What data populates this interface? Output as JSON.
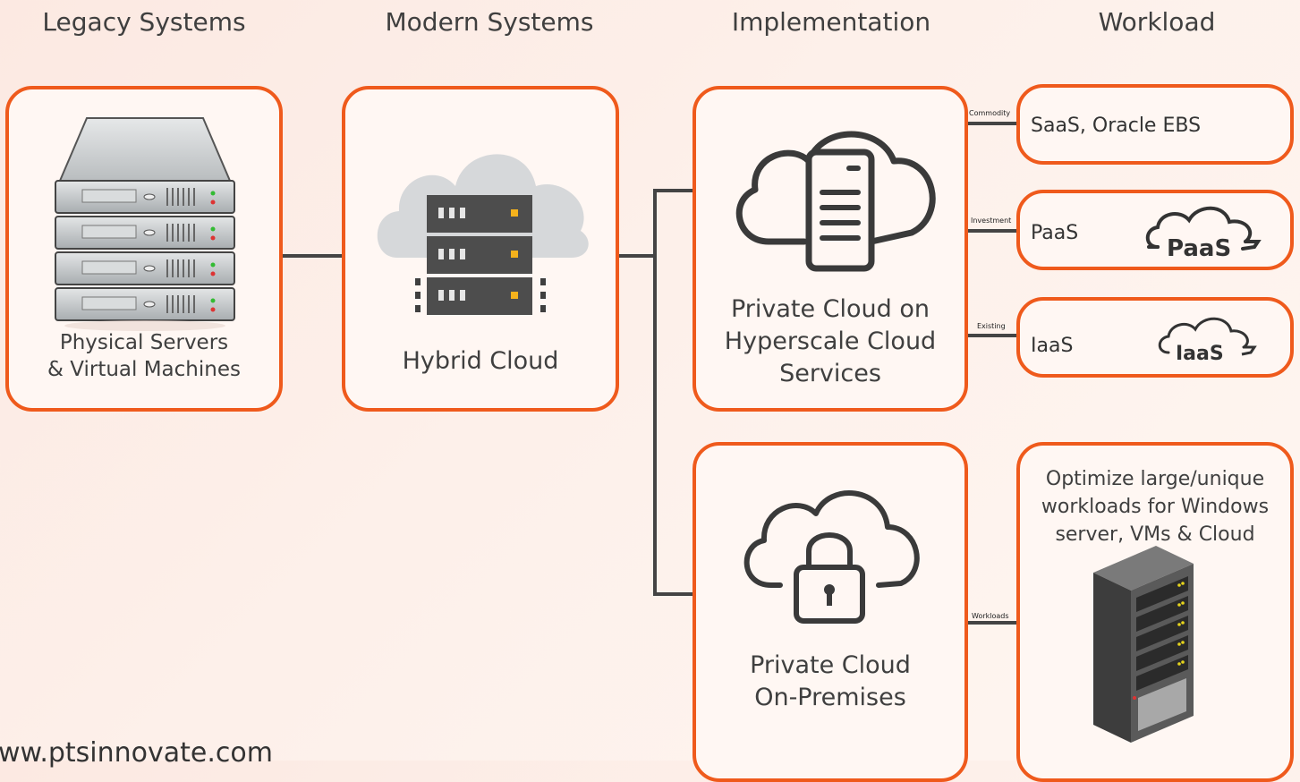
{
  "headers": {
    "legacy": "Legacy Systems",
    "modern": "Modern Systems",
    "implementation": "Implementation",
    "workload": "Workload"
  },
  "boxes": {
    "physical": "Physical Servers\n& Virtual Machines",
    "hybrid": "Hybrid Cloud",
    "private_hyperscale": "Private Cloud on\nHyperscale Cloud\nServices",
    "private_onprem": "Private Cloud\nOn-Premises"
  },
  "workloads": {
    "saas": "SaaS, Oracle EBS",
    "paas": "PaaS",
    "paas_logo": "PaaS",
    "iaas": "IaaS",
    "iaas_logo": "IaaS",
    "optimize": "Optimize large/unique\nworkloads for Windows\nserver, VMs & Cloud"
  },
  "connector_labels": {
    "commodity": "Commodity",
    "investment": "Investment",
    "existing": "Existing",
    "workloads": "Workloads"
  },
  "footer": "ww.ptsinnovate.com",
  "colors": {
    "accent": "#ef5a1c",
    "line": "#444444"
  }
}
